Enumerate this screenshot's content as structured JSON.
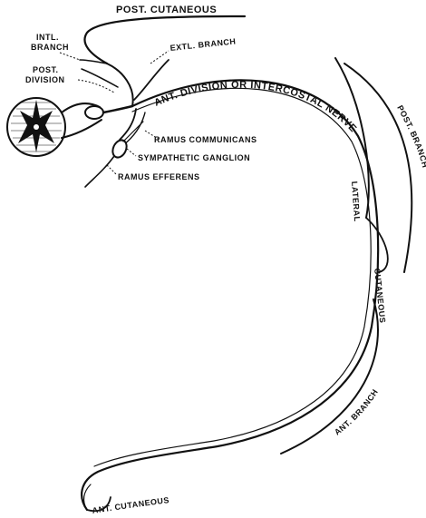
{
  "labels": {
    "post_cutaneous": "POST. CUTANEOUS",
    "intl_branch_line1": "INTL.",
    "intl_branch_line2": "BRANCH",
    "extl_branch": "EXTL. BRANCH",
    "post_division_line1": "POST.",
    "post_division_line2": "DIVISION",
    "ant_division": "ANT. DIVISION OR INTERCOSTAL NERVE",
    "ramus_communicans": "RAMUS COMMUNICANS",
    "sympathetic_ganglion": "SYMPATHETIC GANGLION",
    "ramus_efferens": "RAMUS EFFERENS",
    "post_branch": "POST. BRANCH",
    "lateral_line1": "LATERAL",
    "lateral_line2": "CUTANEOUS",
    "ant_branch": "ANT. BRANCH",
    "ant_cutaneous": "ANT. CUTANEOUS"
  },
  "colors": {
    "ink": "#111111",
    "background": "#ffffff"
  }
}
